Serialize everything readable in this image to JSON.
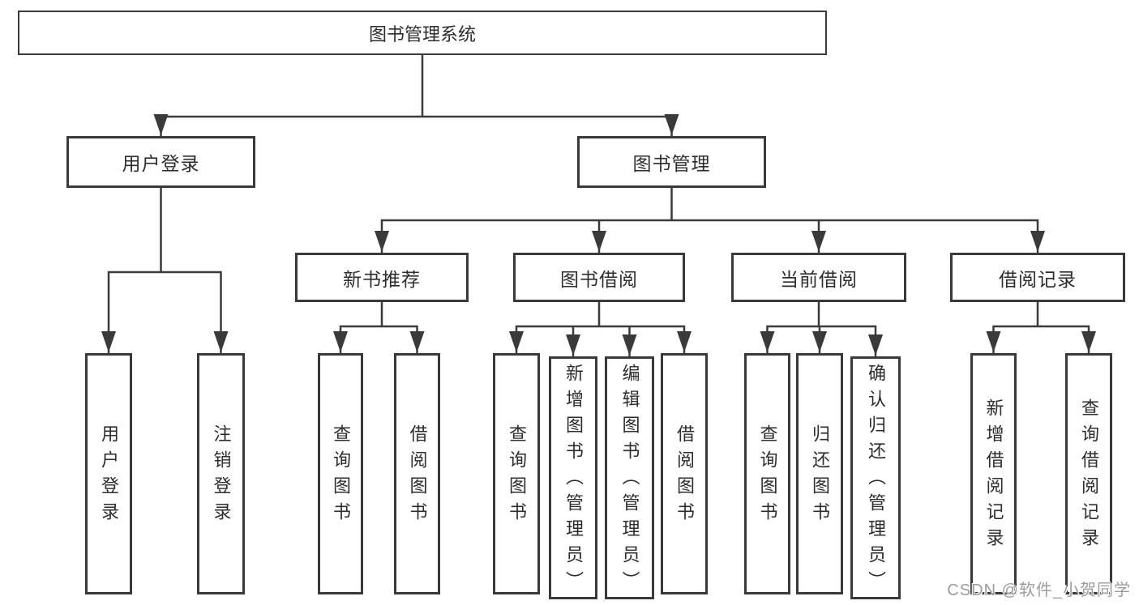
{
  "title": {
    "label": "图书管理系统"
  },
  "branches": {
    "user_login": {
      "label": "用户登录",
      "children": [
        {
          "label": "用户登录"
        },
        {
          "label": "注销登录"
        }
      ]
    },
    "book_management": {
      "label": "图书管理"
    }
  },
  "modules": {
    "new_books": {
      "label": "新书推荐",
      "children": [
        {
          "label": "查询图书"
        },
        {
          "label": "借阅图书"
        }
      ]
    },
    "book_borrowing": {
      "label": "图书借阅",
      "children": [
        {
          "label": "查询图书"
        },
        {
          "label": "新增图书（管理员）"
        },
        {
          "label": "编辑图书（管理员）"
        },
        {
          "label": "借阅图书"
        }
      ]
    },
    "current_borrowing": {
      "label": "当前借阅",
      "children": [
        {
          "label": "查询图书"
        },
        {
          "label": "归还图书"
        },
        {
          "label": "确认归还（管理员）"
        }
      ]
    },
    "borrowing_records": {
      "label": "借阅记录",
      "children": [
        {
          "label": "新增借阅记录"
        },
        {
          "label": "查询借阅记录"
        }
      ]
    }
  },
  "watermark": {
    "text": "CSDN @软件_小贺同学"
  },
  "colors": {
    "line": "#3a3a3a",
    "box_border": "#3a3a3a",
    "text": "#2d2d2d",
    "background": "#ffffff",
    "watermark": "#9c9c9c"
  }
}
